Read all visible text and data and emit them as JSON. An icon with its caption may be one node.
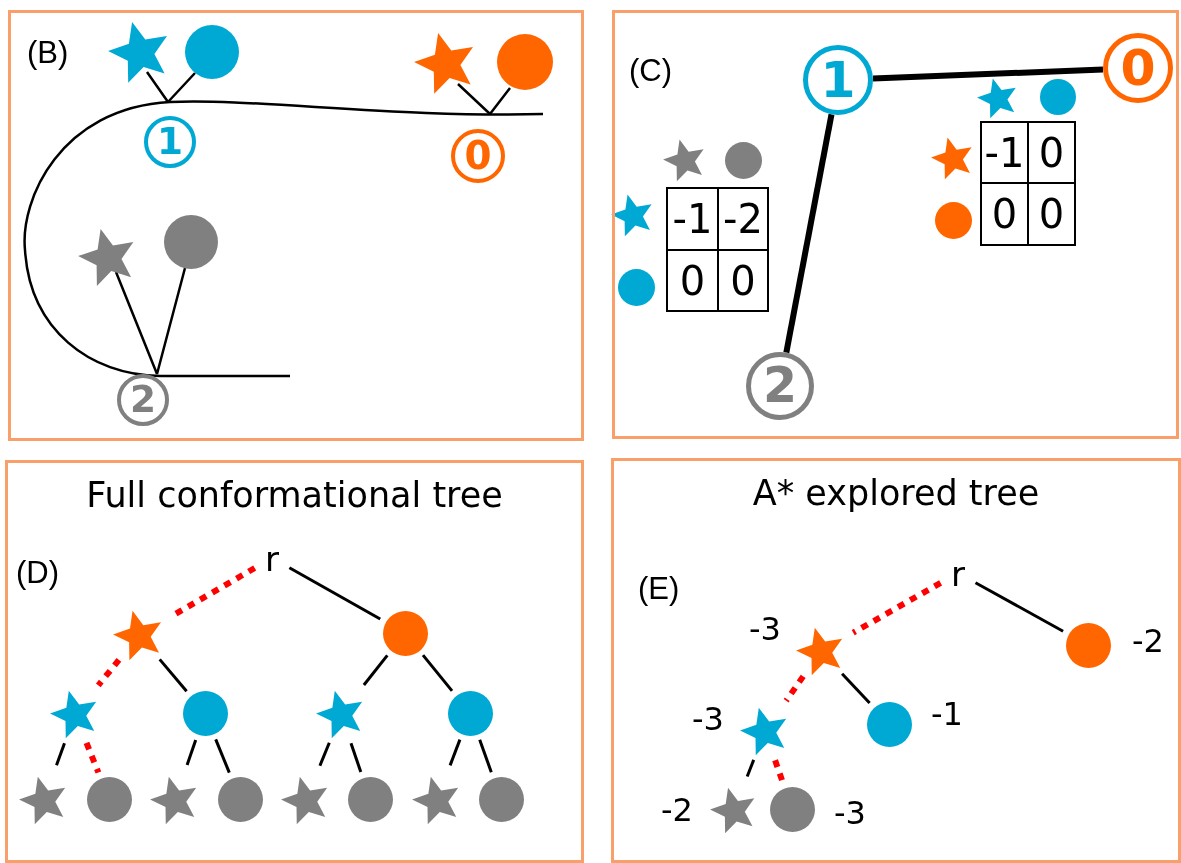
{
  "diagram": {
    "nodes": [
      {
        "text": [
          "(B)"
        ]
      },
      {
        "text": [
          "1"
        ],
        "in": 0
      },
      {
        "text": [
          "0"
        ],
        "in": 0
      },
      {
        "text": [
          "2"
        ],
        "in": 0
      },
      {
        "text": [
          "(C)"
        ]
      },
      {
        "text": [
          "1"
        ],
        "in": 4
      },
      {
        "text": [
          "0"
        ],
        "in": 4
      },
      {
        "text": [
          "2"
        ],
        "in": 4
      },
      {
        "text": [
          "Full conformational tree",
          "(D)"
        ]
      },
      {
        "text": [
          "r"
        ],
        "in": 8
      },
      {
        "text": [],
        "shape": "star",
        "in": 8
      },
      {
        "text": [],
        "shape": "circle",
        "in": 8
      },
      {
        "text": [],
        "shape": "star",
        "in": 8
      },
      {
        "text": [],
        "shape": "circle",
        "in": 8
      },
      {
        "text": [],
        "shape": "star",
        "in": 8
      },
      {
        "text": [],
        "shape": "circle",
        "in": 8
      },
      {
        "text": [],
        "shape": "star",
        "in": 8
      },
      {
        "text": [],
        "shape": "circle",
        "in": 8
      },
      {
        "text": [],
        "shape": "star",
        "in": 8
      },
      {
        "text": [],
        "shape": "circle",
        "in": 8
      },
      {
        "text": [],
        "shape": "star",
        "in": 8
      },
      {
        "text": [],
        "shape": "circle",
        "in": 8
      },
      {
        "text": [],
        "shape": "star",
        "in": 8
      },
      {
        "text": [],
        "shape": "circle",
        "in": 8
      },
      {
        "text": [
          "A* explored tree",
          "(E)"
        ]
      },
      {
        "text": [
          "r"
        ],
        "in": 24
      },
      {
        "text": [],
        "shape": "star",
        "in": 24,
        "beside": [
          "-3"
        ]
      },
      {
        "text": [],
        "shape": "circle",
        "in": 24,
        "beside": [
          "-2"
        ]
      },
      {
        "text": [],
        "shape": "star",
        "in": 24,
        "beside": [
          "-3"
        ]
      },
      {
        "text": [],
        "shape": "circle",
        "in": 24,
        "beside": [
          "-1"
        ]
      },
      {
        "text": [],
        "shape": "star",
        "in": 24,
        "beside": [
          "-2"
        ]
      },
      {
        "text": [],
        "shape": "circle",
        "in": 24,
        "beside": [
          "-3"
        ]
      }
    ],
    "edges": [
      {
        "from": 5,
        "to": 6,
        "arrow": "none",
        "style": "thick"
      },
      {
        "from": 5,
        "to": 7,
        "arrow": "none",
        "style": "thick"
      },
      {
        "from": 9,
        "to": 10,
        "arrow": "none",
        "style": "dashed",
        "color": "#ff0000"
      },
      {
        "from": 9,
        "to": 11,
        "arrow": "none"
      },
      {
        "from": 10,
        "to": 12,
        "arrow": "none",
        "style": "dashed",
        "color": "#ff0000"
      },
      {
        "from": 10,
        "to": 13,
        "arrow": "none"
      },
      {
        "from": 11,
        "to": 14,
        "arrow": "none"
      },
      {
        "from": 11,
        "to": 15,
        "arrow": "none"
      },
      {
        "from": 12,
        "to": 16,
        "arrow": "none"
      },
      {
        "from": 12,
        "to": 17,
        "arrow": "none",
        "style": "dashed",
        "color": "#ff0000"
      },
      {
        "from": 13,
        "to": 18,
        "arrow": "none"
      },
      {
        "from": 13,
        "to": 19,
        "arrow": "none"
      },
      {
        "from": 14,
        "to": 20,
        "arrow": "none"
      },
      {
        "from": 14,
        "to": 21,
        "arrow": "none"
      },
      {
        "from": 15,
        "to": 22,
        "arrow": "none"
      },
      {
        "from": 15,
        "to": 23,
        "arrow": "none"
      },
      {
        "from": 25,
        "to": 26,
        "arrow": "none",
        "style": "dashed",
        "color": "#ff0000"
      },
      {
        "from": 25,
        "to": 27,
        "arrow": "none"
      },
      {
        "from": 26,
        "to": 28,
        "arrow": "none",
        "style": "dashed",
        "color": "#ff0000"
      },
      {
        "from": 26,
        "to": 29,
        "arrow": "none"
      },
      {
        "from": 28,
        "to": 30,
        "arrow": "none"
      },
      {
        "from": 28,
        "to": 31,
        "arrow": "none",
        "style": "dashed",
        "color": "#ff0000"
      }
    ],
    "labels": [
      "-1",
      "0",
      "-1",
      "-2",
      "0",
      "0",
      "0",
      "0"
    ]
  }
}
